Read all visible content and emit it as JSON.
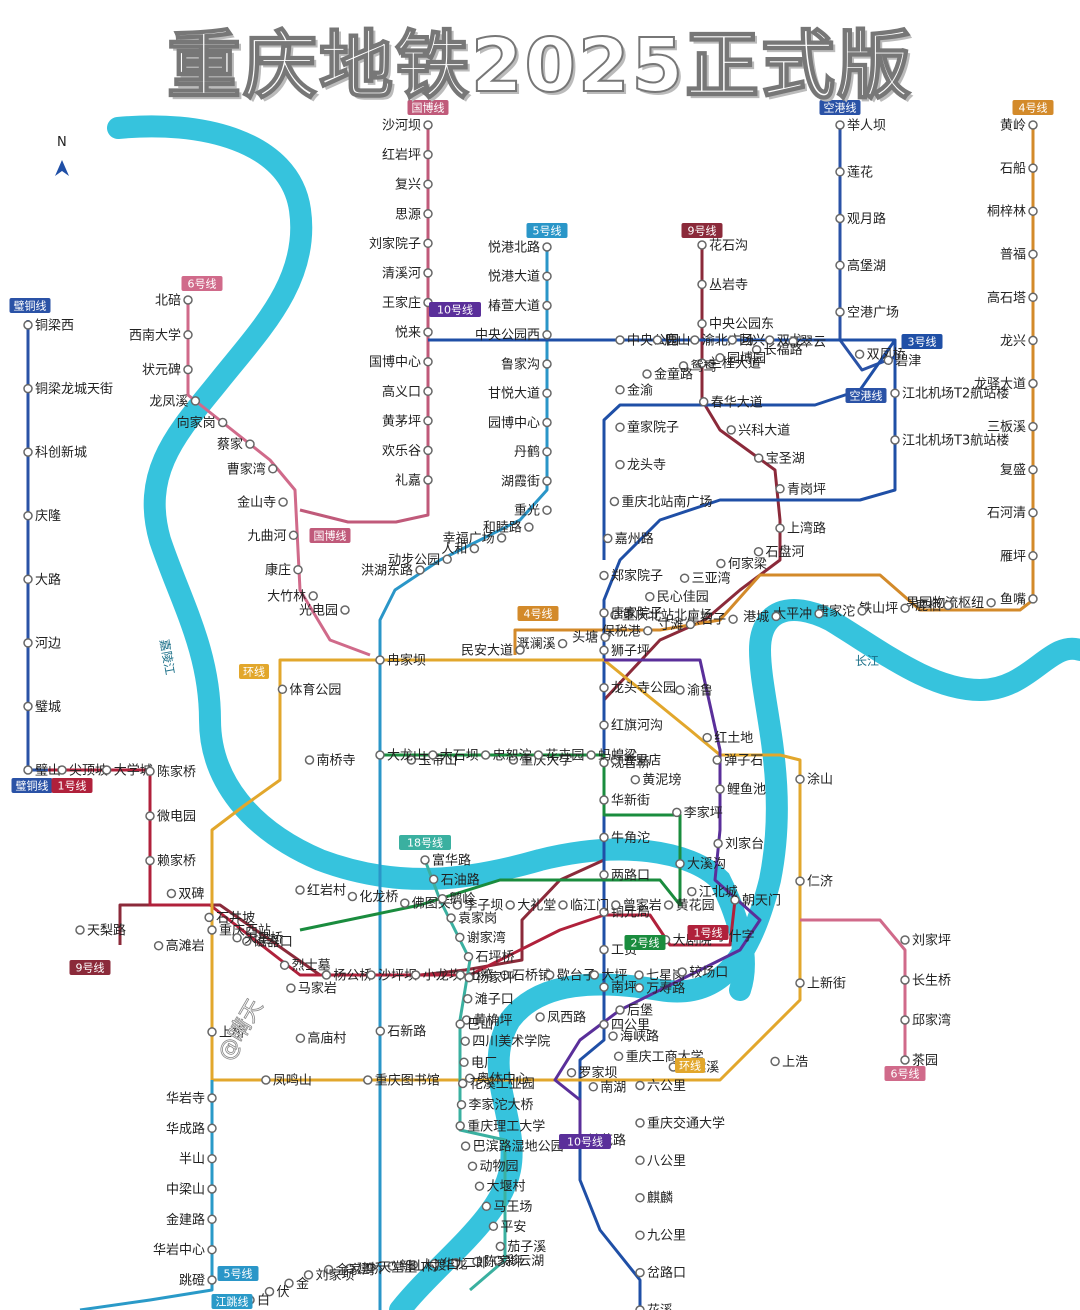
{
  "title": "重庆地铁2025正式版",
  "watermark": "@晴天",
  "compass": "N",
  "rivers": {
    "jialing": "嘉陵江",
    "yangtze": "长江"
  },
  "colors": {
    "river": "#36c3dd",
    "line1": "#b0213b",
    "line2": "#1a8c3e",
    "line3": "#1f4fa6",
    "line4": "#d38a2a",
    "line5": "#2a96c8",
    "line6": "#d06a8a",
    "line9": "#8b2a3a",
    "line10": "#5a2f9a",
    "line18": "#3ab0a0",
    "loop": "#e2a72c",
    "guobo": "#c05a7a",
    "bitong": "#2a52a6",
    "jiangtiao": "#2a9ac8",
    "konggang": "#2a52a6"
  },
  "line_tags": {
    "guobo_top": "国博线",
    "guobo_bottom": "国博线",
    "line5": "5号线",
    "line9": "9号线",
    "konggang": "空港线",
    "line4_top": "4号线",
    "line6": "6号线",
    "bitong_top": "璧铜线",
    "line10": "10号线",
    "line3": "3号线",
    "konggang_bt": "空港线",
    "loop1": "环线",
    "line4_mid": "4号线",
    "bitong_bottom": "璧铜线",
    "line1": "1号线",
    "line18": "18号线",
    "line9_bottom": "9号线",
    "line2": "2号线",
    "line1_b": "1号线",
    "line6_bottom": "6号线",
    "loop2": "环线",
    "line10_bottom": "10号线",
    "line5_bottom": "5号线",
    "jiangtiao": "江跳线"
  },
  "stations": {
    "guobo": [
      "沙河坝",
      "红岩坪",
      "复兴",
      "思源",
      "刘家院子",
      "清溪河",
      "王家庄",
      "悦来",
      "国博中心",
      "高义口",
      "黄茅坪",
      "欢乐谷",
      "礼嘉"
    ],
    "line5": [
      "悦港北路",
      "悦港大道",
      "椿萱大道",
      "中央公园西",
      "鲁家沟",
      "甘悦大道",
      "园博中心",
      "丹鹤",
      "湖霞街",
      "重光",
      "和睦路",
      "幸福广场",
      "人和",
      "动步公园",
      "洪湖东路"
    ],
    "line9": [
      "花石沟",
      "丛岩寺",
      "中央公园东",
      "兰桂大道",
      "春华大道",
      "兴科大道",
      "宝圣湖",
      "青岗坪",
      "上湾路",
      "石盘河",
      "何家梁",
      "三亚湾",
      "民心佳园",
      "重庆北站北广场"
    ],
    "konggang": [
      "举人坝",
      "莲花",
      "观月路",
      "高堡湖",
      "空港广场",
      "双凤桥",
      "碧津",
      "江北机场T2航站楼",
      "江北机场T3航站楼"
    ],
    "line4": [
      "黄岭",
      "石船",
      "桐梓林",
      "普福",
      "高石塔",
      "龙兴",
      "龙驿大道",
      "三板溪",
      "复盛",
      "石河清",
      "雁坪",
      "鱼嘴",
      "果园物流枢纽",
      "鹿栖",
      "铁山坪",
      "唐家沱",
      "太平冲",
      "港城",
      "黑石子",
      "寸滩",
      "保税港",
      "头塘",
      "溉澜溪",
      "民安大道"
    ],
    "line6_north": [
      "北碚",
      "西南大学",
      "状元碑",
      "龙凤溪",
      "向家岗",
      "蔡家",
      "曹家湾",
      "金山寺",
      "九曲河",
      "康庄",
      "大竹林",
      "光电园"
    ],
    "line3": [
      "中央公园",
      "鹿山",
      "渝北广场",
      "回兴",
      "双龙",
      "翠云",
      "长福路",
      "园博园",
      "鸳鸯",
      "金童路",
      "金渝",
      "童家院子",
      "龙头寺",
      "重庆北站南广场",
      "嘉州路",
      "郑家院子",
      "唐家院子",
      "狮子坪",
      "龙头寺公园",
      "红旗河沟",
      "观音桥",
      "华新街",
      "牛角沱",
      "两路口",
      "铜元局",
      "工贸",
      "南坪",
      "四公里",
      "重庆工商大学",
      "六公里",
      "重庆交通大学",
      "八公里",
      "麒麟",
      "九公里",
      "岔路口",
      "花溪"
    ],
    "bitong": [
      "铜梁西",
      "铜梁龙城天街",
      "科创新城",
      "庆隆",
      "大路",
      "河边",
      "璧城",
      "璧山"
    ],
    "line1": [
      "尖顶坡",
      "大学城",
      "陈家桥",
      "微电园",
      "赖家桥",
      "双碑",
      "石井坡",
      "磁器口",
      "烈士墓",
      "杨公桥",
      "沙坪坝",
      "小龙坎",
      "土湾",
      "石桥铺",
      "歇台子",
      "大坪",
      "七星岗",
      "较场口",
      "小什字",
      "朝天门"
    ],
    "loop": [
      "冉家坝",
      "体育公园",
      "南桥寺",
      "玉带山",
      "重庆大学",
      "五里店",
      "弹子石",
      "涂山",
      "仁济",
      "上新街",
      "上浩",
      "海棠溪",
      "罗家坝",
      "奥体中心",
      "重庆图书馆",
      "凤鸣山",
      "上桥",
      "重庆西站"
    ],
    "line10": [
      "渝鲁",
      "红土地",
      "鲤鱼池",
      "刘家台",
      "江北城",
      "大剧院",
      "万寿路",
      "海峡路",
      "南湖",
      "兰花路"
    ],
    "line2": [
      "大龙山",
      "大石坝",
      "忠恕沱",
      "花卉园",
      "蚂蝗梁",
      "黄泥塝",
      "李家坪",
      "大溪沟",
      "黄花园",
      "曾家岩",
      "临江门",
      "大礼堂",
      "李子坝",
      "佛图关",
      "化龙桥",
      "红岩村"
    ],
    "line18": [
      "富华路",
      "石油路",
      "鹅岭",
      "袁家岗",
      "谢家湾",
      "石坪桥",
      "杨家坪",
      "滩子口",
      "黄桷坪",
      "四川美术学院",
      "电厂",
      "花溪工业园",
      "李家沱大桥",
      "重庆理工大学",
      "巴滨路湿地公园",
      "动物园",
      "大堰村",
      "马王场",
      "平安",
      "茄子溪",
      "彩云湖",
      "陈家坪",
      "二郎",
      "华龙",
      "大渡口",
      "新山村",
      "天堂堡",
      "建桥",
      "金家湾",
      "刘家坝",
      "金",
      "伏",
      "白"
    ],
    "line9_west": [
      "天梨路",
      "高滩岩",
      "天星桥",
      "马家岩",
      "高庙村",
      "石新路",
      "巴山",
      "凤西路",
      "后堡"
    ],
    "line6_south": [
      "刘家坪",
      "长生桥",
      "邱家湾",
      "茶园"
    ],
    "jiangtiao": [
      "华岩寺",
      "华成路",
      "半山",
      "中梁山",
      "金建路",
      "华岩中心",
      "跳磴"
    ]
  }
}
